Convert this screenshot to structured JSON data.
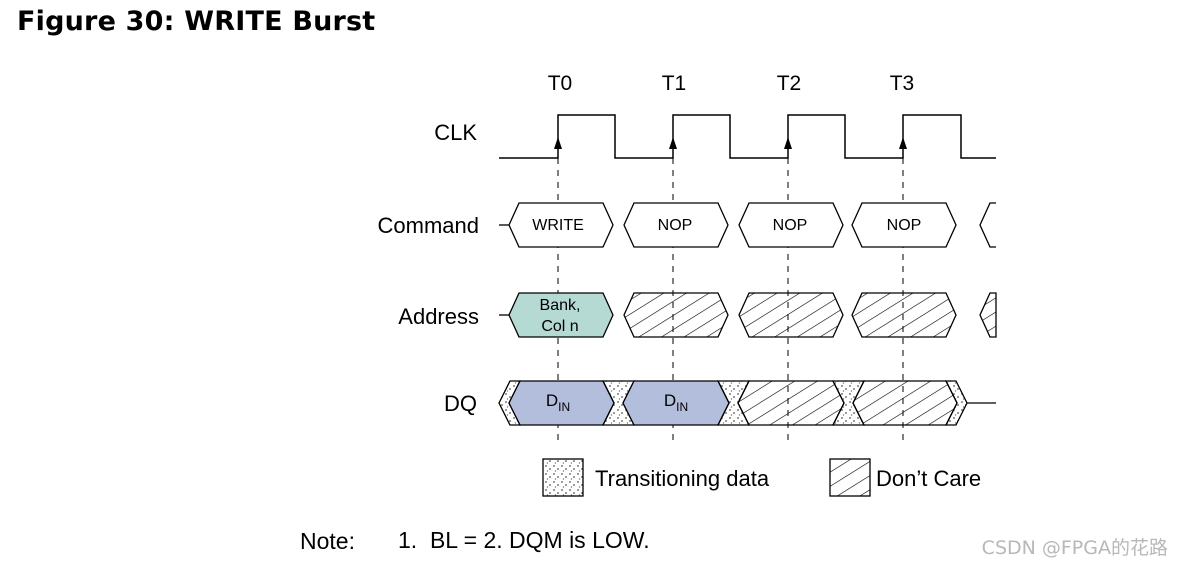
{
  "figure": {
    "title": "Figure 30: WRITE Burst"
  },
  "timing": {
    "clock_labels": [
      "T0",
      "T1",
      "T2",
      "T3"
    ],
    "signals": [
      {
        "name": "CLK"
      },
      {
        "name": "Command",
        "values": [
          "WRITE",
          "NOP",
          "NOP",
          "NOP"
        ]
      },
      {
        "name": "Address",
        "values": [
          "Bank,",
          "Col n"
        ]
      },
      {
        "name": "DQ",
        "values": [
          "D",
          "IN",
          "D",
          "IN"
        ]
      }
    ],
    "colors": {
      "address_fill": "#b5d9d3",
      "data_fill": "#b3bedd"
    }
  },
  "legend": {
    "transitioning": "Transitioning data",
    "dont_care": "Don’t Care"
  },
  "note": {
    "label": "Note:",
    "text": "1.  BL = 2. DQM is LOW."
  },
  "watermark": "CSDN @FPGA的花路"
}
